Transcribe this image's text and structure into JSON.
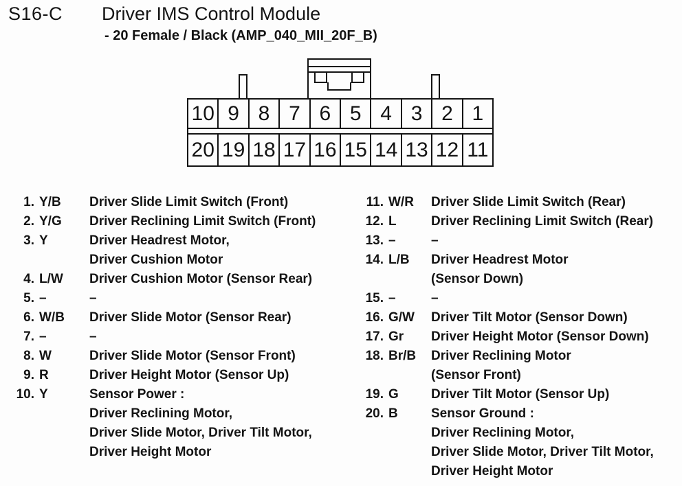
{
  "header": {
    "connector_id": "S16-C",
    "title": "Driver IMS Control Module",
    "subtitle": "- 20 Female / Black (AMP_040_MII_20F_B)"
  },
  "connector": {
    "top_row": [
      "10",
      "9",
      "8",
      "7",
      "6",
      "5",
      "4",
      "3",
      "2",
      "1"
    ],
    "bottom_row": [
      "20",
      "19",
      "18",
      "17",
      "16",
      "15",
      "14",
      "13",
      "12",
      "11"
    ]
  },
  "pins_left": [
    {
      "num": "1.",
      "code": "Y/B",
      "desc": "Driver Slide Limit Switch (Front)"
    },
    {
      "num": "2.",
      "code": "Y/G",
      "desc": "Driver Reclining Limit Switch (Front)"
    },
    {
      "num": "3.",
      "code": "Y",
      "desc": "Driver Headrest Motor,\nDriver Cushion Motor"
    },
    {
      "num": "4.",
      "code": "L/W",
      "desc": "Driver Cushion Motor (Sensor Rear)"
    },
    {
      "num": "5.",
      "code": "–",
      "desc": "–"
    },
    {
      "num": "6.",
      "code": "W/B",
      "desc": "Driver Slide Motor (Sensor Rear)"
    },
    {
      "num": "7.",
      "code": "–",
      "desc": "–"
    },
    {
      "num": "8.",
      "code": "W",
      "desc": "Driver Slide Motor (Sensor Front)"
    },
    {
      "num": "9.",
      "code": "R",
      "desc": "Driver Height Motor (Sensor Up)"
    },
    {
      "num": "10.",
      "code": "Y",
      "desc": "Sensor Power :\nDriver Reclining Motor,\nDriver Slide Motor, Driver Tilt Motor,\nDriver Height Motor"
    }
  ],
  "pins_right": [
    {
      "num": "11.",
      "code": "W/R",
      "desc": "Driver Slide Limit Switch (Rear)"
    },
    {
      "num": "12.",
      "code": "L",
      "desc": "Driver Reclining Limit Switch (Rear)"
    },
    {
      "num": "13.",
      "code": "–",
      "desc": "–"
    },
    {
      "num": "14.",
      "code": "L/B",
      "desc": "Driver Headrest Motor\n(Sensor Down)"
    },
    {
      "num": "15.",
      "code": "–",
      "desc": "–"
    },
    {
      "num": "16.",
      "code": "G/W",
      "desc": "Driver Tilt Motor (Sensor Down)"
    },
    {
      "num": "17.",
      "code": "Gr",
      "desc": "Driver Height Motor (Sensor Down)"
    },
    {
      "num": "18.",
      "code": "Br/B",
      "desc": "Driver Reclining Motor\n(Sensor Front)"
    },
    {
      "num": "19.",
      "code": "G",
      "desc": "Driver Tilt Motor (Sensor Up)"
    },
    {
      "num": "20.",
      "code": "B",
      "desc": "Sensor Ground :\nDriver Reclining Motor,\nDriver Slide Motor, Driver Tilt Motor,\nDriver Height Motor"
    }
  ],
  "colors": {
    "text": "#141414",
    "background": "#fdfdfd",
    "line": "#141414"
  }
}
